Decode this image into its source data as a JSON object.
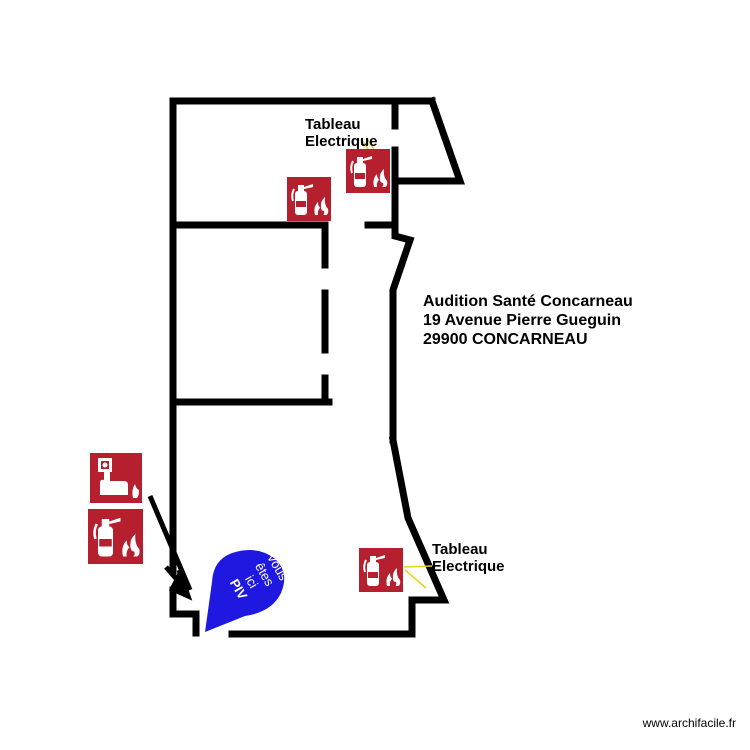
{
  "plan": {
    "address": {
      "line1": "Audition Santé Concarneau",
      "line2": "19 Avenue Pierre Gueguin",
      "line3": "29900 CONCARNEAU"
    },
    "panel_labels": [
      {
        "line1": "Tableau",
        "line2": "Electrique"
      },
      {
        "line1": "Tableau",
        "line2": "Electrique"
      }
    ],
    "you_are_here": {
      "line1": "Vous",
      "line2": "êtes",
      "line3": "ici",
      "line4": "PIV",
      "color": "#1e18e0"
    },
    "wall_color": "#000000",
    "sign_color": "#b51f2e",
    "signs": [
      "fire-extinguisher-sign",
      "fire-extinguisher-sign",
      "fire-extinguisher-sign",
      "fire-alarm-call-point-sign",
      "fire-extinguisher-sign"
    ]
  },
  "footer": {
    "credit": "www.archifacile.fr"
  }
}
